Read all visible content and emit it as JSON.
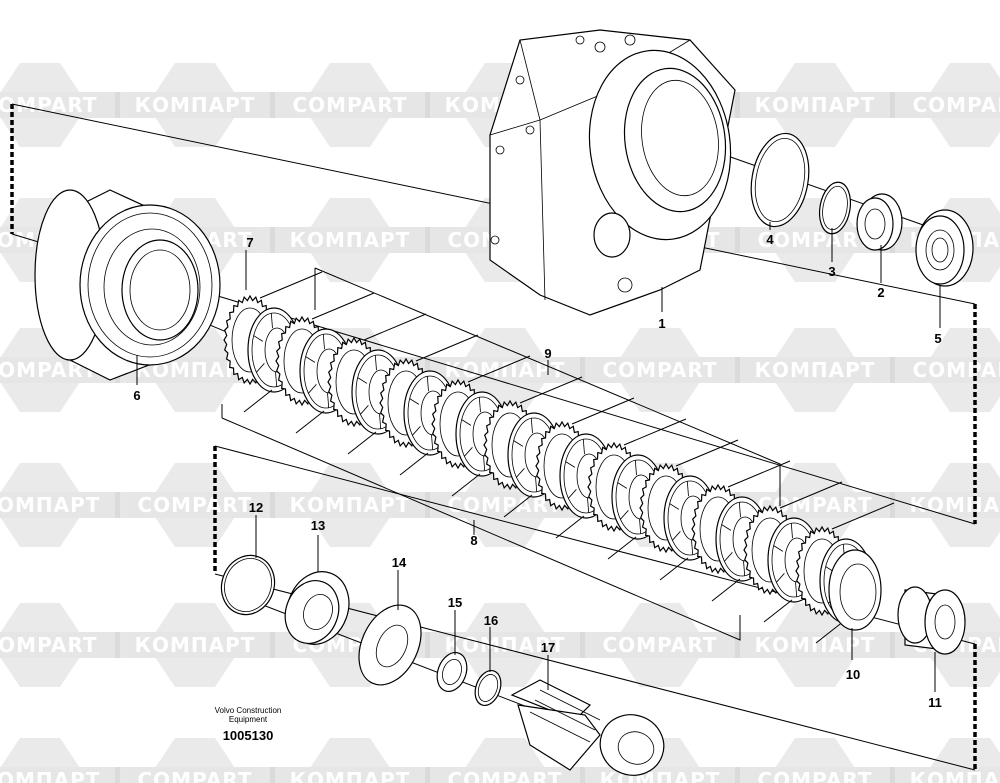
{
  "diagram": {
    "watermark": {
      "latin": "COMPART",
      "cyrillic": "КОМПАРТ"
    },
    "callouts": [
      {
        "id": "1",
        "label": "1"
      },
      {
        "id": "2",
        "label": "2"
      },
      {
        "id": "3",
        "label": "3"
      },
      {
        "id": "4",
        "label": "4"
      },
      {
        "id": "5",
        "label": "5"
      },
      {
        "id": "6",
        "label": "6"
      },
      {
        "id": "7",
        "label": "7"
      },
      {
        "id": "8",
        "label": "8"
      },
      {
        "id": "9",
        "label": "9"
      },
      {
        "id": "10",
        "label": "10"
      },
      {
        "id": "11",
        "label": "11"
      },
      {
        "id": "12",
        "label": "12"
      },
      {
        "id": "13",
        "label": "13"
      },
      {
        "id": "14",
        "label": "14"
      },
      {
        "id": "15",
        "label": "15"
      },
      {
        "id": "16",
        "label": "16"
      },
      {
        "id": "17",
        "label": "17"
      }
    ],
    "caption": {
      "line1": "Volvo Construction",
      "line2": "Equipment"
    },
    "drawing_number": "1005130"
  }
}
